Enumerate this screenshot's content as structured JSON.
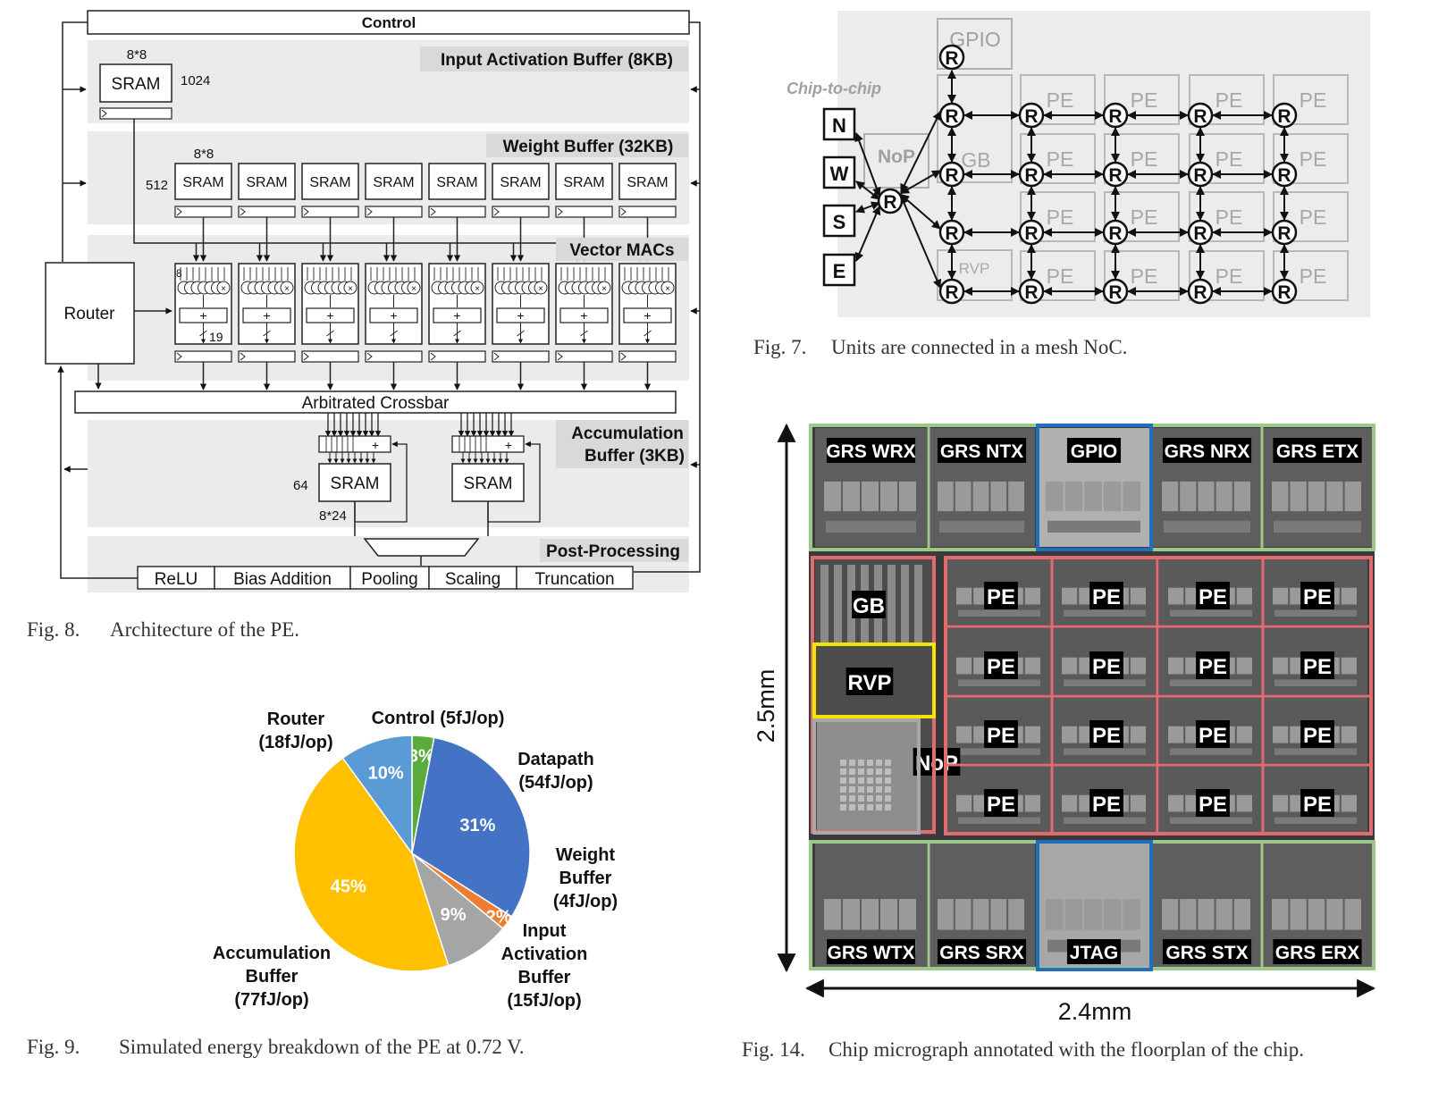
{
  "fig8": {
    "control": "Control",
    "input_buffer_title": "Input Activation Buffer (8KB)",
    "input_sram_width": "8*8",
    "input_sram_label": "SRAM",
    "input_sram_depth": "1024",
    "weight_buffer_title": "Weight Buffer (32KB)",
    "weight_sram_width": "8*8",
    "weight_sram_depth": "512",
    "weight_sram_labels": [
      "SRAM",
      "SRAM",
      "SRAM",
      "SRAM",
      "SRAM",
      "SRAM",
      "SRAM",
      "SRAM"
    ],
    "vector_macs_title": "Vector MACs",
    "mac_inputs": "8",
    "mac_output_width": "19",
    "router": "Router",
    "crossbar": "Arbitrated Crossbar",
    "accum_title_1": "Accumulation",
    "accum_title_2": "Buffer (3KB)",
    "accum_sram_labels": [
      "SRAM",
      "SRAM"
    ],
    "accum_sram_depth": "64",
    "accum_sram_width": "8*24",
    "postproc_title": "Post-Processing",
    "postproc_stages": [
      "ReLU",
      "Bias Addition",
      "Pooling",
      "Scaling",
      "Truncation"
    ],
    "caption_num": "Fig. 8.",
    "caption_text": "Architecture of the PE."
  },
  "fig7": {
    "chip_to_chip": "Chip-to-chip",
    "ports": [
      "N",
      "W",
      "S",
      "E"
    ],
    "router_label": "R",
    "gpio": "GPIO",
    "nop": "NoP",
    "gb": "GB",
    "rvp": "RVP",
    "pe": "PE",
    "caption_num": "Fig. 7.",
    "caption_text": "Units are connected in a mesh NoC."
  },
  "fig9": {
    "chart_data": {
      "type": "pie",
      "title": "",
      "slices": [
        {
          "name": "Control (5fJ/op)",
          "value": 3,
          "label": "3%",
          "color": "#5aaa3c"
        },
        {
          "name": "Datapath (54fJ/op)",
          "value": 31,
          "label": "31%",
          "color": "#4472c4"
        },
        {
          "name": "Weight Buffer (4fJ/op)",
          "value": 2,
          "label": "2%",
          "color": "#ed7d31"
        },
        {
          "name": "Input Activation Buffer (15fJ/op)",
          "value": 9,
          "label": "9%",
          "color": "#a5a5a5"
        },
        {
          "name": "Accumulation Buffer (77fJ/op)",
          "value": 45,
          "label": "45%",
          "color": "#ffc000"
        },
        {
          "name": "Router (18fJ/op)",
          "value": 10,
          "label": "10%",
          "color": "#5b9bd5"
        }
      ]
    },
    "callouts": {
      "router_1": "Router",
      "router_2": "(18fJ/op)",
      "control": "Control (5fJ/op)",
      "datapath_1": "Datapath",
      "datapath_2": "(54fJ/op)",
      "weight_1": "Weight",
      "weight_2": "Buffer",
      "weight_3": "(4fJ/op)",
      "input_1": "Input",
      "input_2": "Activation",
      "input_3": "Buffer",
      "input_4": "(15fJ/op)",
      "accum_1": "Accumulation",
      "accum_2": "Buffer",
      "accum_3": "(77fJ/op)"
    },
    "caption_num": "Fig. 9.",
    "caption_text": "Simulated energy breakdown of the PE at 0.72 V."
  },
  "fig14": {
    "top_row": [
      "GRS WRX",
      "GRS NTX",
      "GPIO",
      "GRS NRX",
      "GRS ETX"
    ],
    "bottom_row": [
      "GRS WTX",
      "GRS SRX",
      "JTAG",
      "GRS STX",
      "GRS ERX"
    ],
    "gb": "GB",
    "rvp": "RVP",
    "nop": "NoP",
    "pe": "PE",
    "height_dim": "2.5mm",
    "width_dim": "2.4mm",
    "caption_num": "Fig. 14.",
    "caption_text": "Chip micrograph annotated with the floorplan of the chip."
  }
}
